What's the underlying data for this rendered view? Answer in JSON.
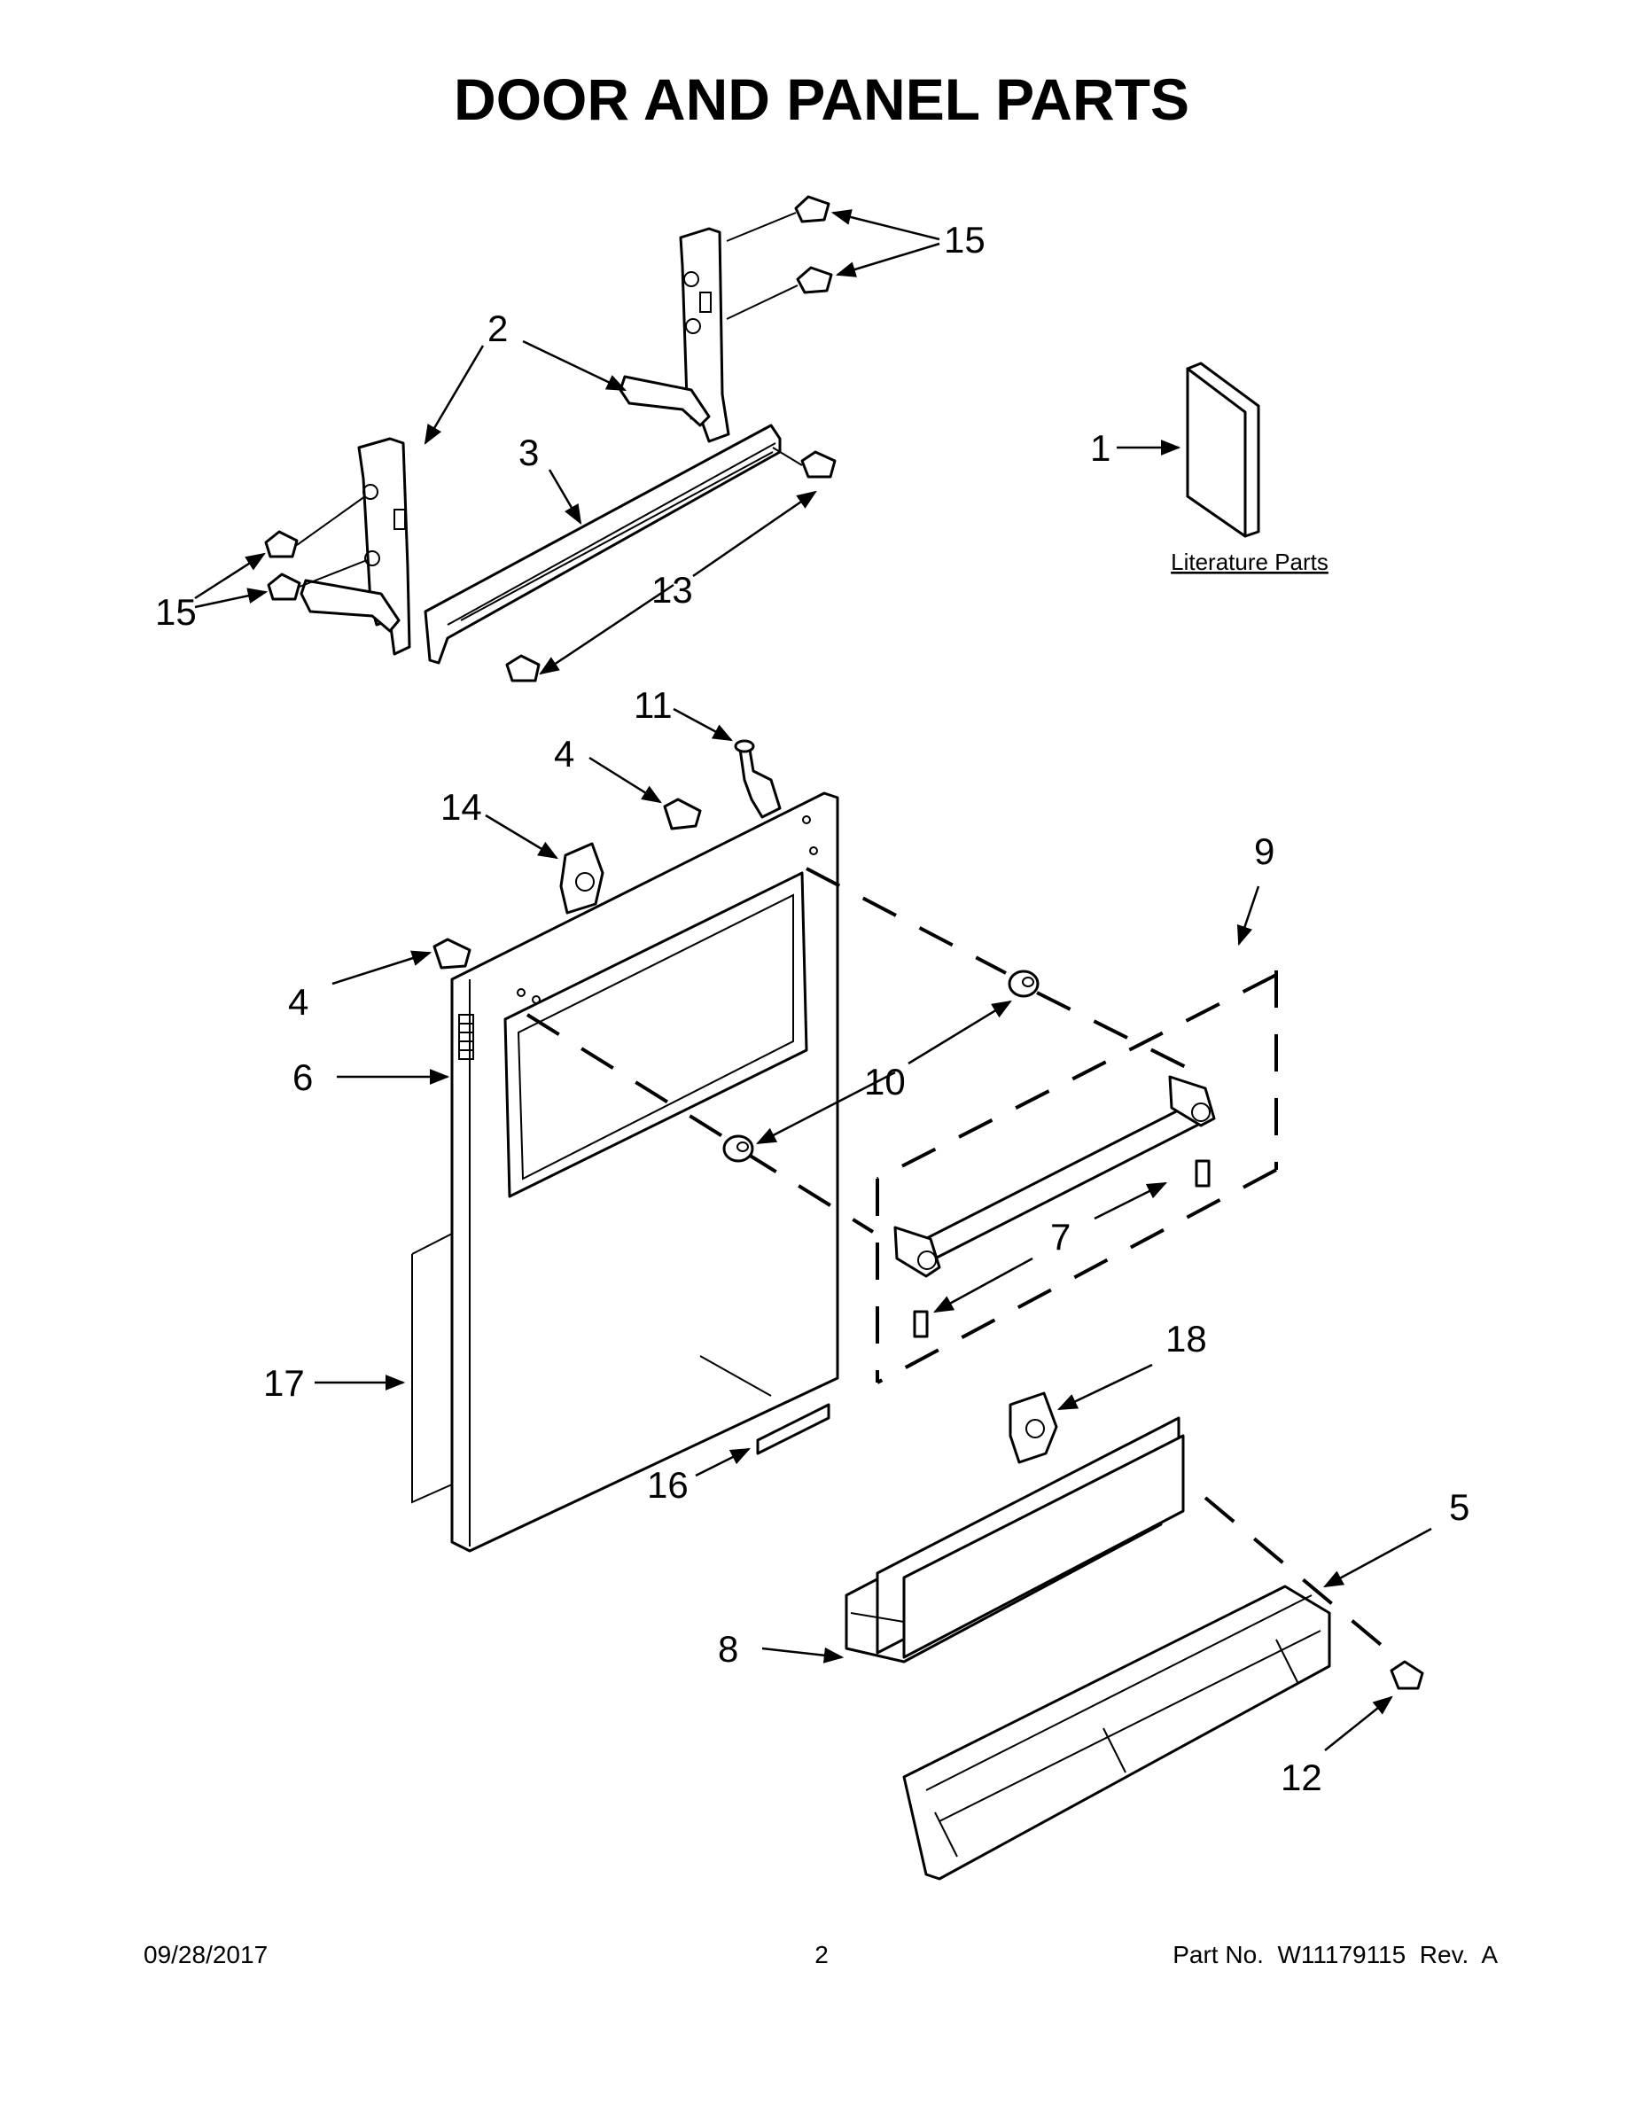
{
  "title": "DOOR AND PANEL PARTS",
  "literature_label": "Literature Parts",
  "callouts": {
    "c1": "1",
    "c2": "2",
    "c3": "3",
    "c4a": "4",
    "c4b": "4",
    "c5": "5",
    "c6": "6",
    "c7": "7",
    "c8": "8",
    "c9": "9",
    "c10": "10",
    "c11": "11",
    "c12": "12",
    "c13": "13",
    "c14": "14",
    "c15a": "15",
    "c15b": "15",
    "c16": "16",
    "c17": "17",
    "c18": "18"
  },
  "footer": {
    "date": "09/28/2017",
    "page": "2",
    "part_no": "Part No.  W11179115  Rev.  A"
  }
}
